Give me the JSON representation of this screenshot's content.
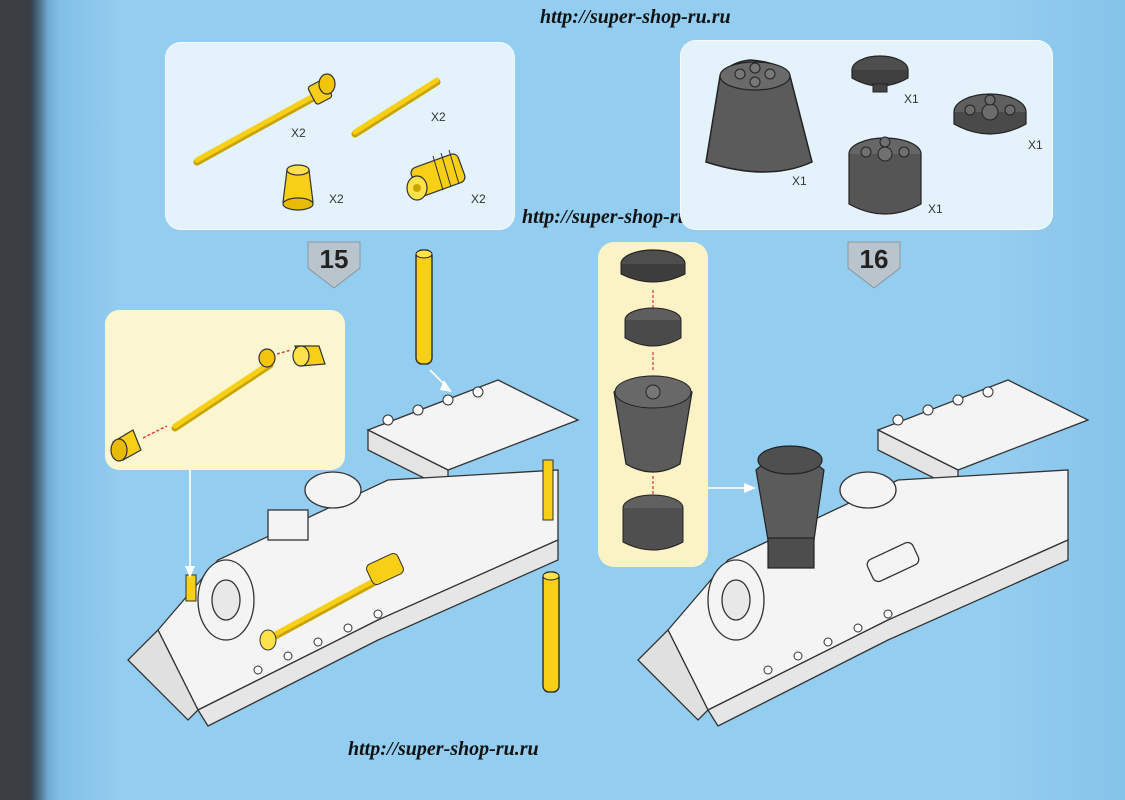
{
  "watermark": {
    "top": "http://super-shop-ru.ru",
    "middle": "http://super-shop-ru.ru",
    "bottom": "http://super-shop-ru.ru"
  },
  "step15": {
    "number": "15",
    "parts": [
      {
        "name": "axle-with-stop",
        "qty": "X2"
      },
      {
        "name": "axle",
        "qty": "X2"
      },
      {
        "name": "bush",
        "qty": "X2"
      },
      {
        "name": "connector-ribbed",
        "qty": "X2"
      }
    ]
  },
  "step16": {
    "number": "16",
    "parts": [
      {
        "name": "cone-brick",
        "qty": "X1"
      },
      {
        "name": "round-tile",
        "qty": "X1"
      },
      {
        "name": "round-plate",
        "qty": "X1"
      },
      {
        "name": "round-brick",
        "qty": "X1"
      }
    ]
  },
  "colors": {
    "background": "#93cdef",
    "yellow": "#f7cf16",
    "dark-grey": "#5a5a5a",
    "panel": "#e4f2fb",
    "callout": "#fbf6cf"
  }
}
